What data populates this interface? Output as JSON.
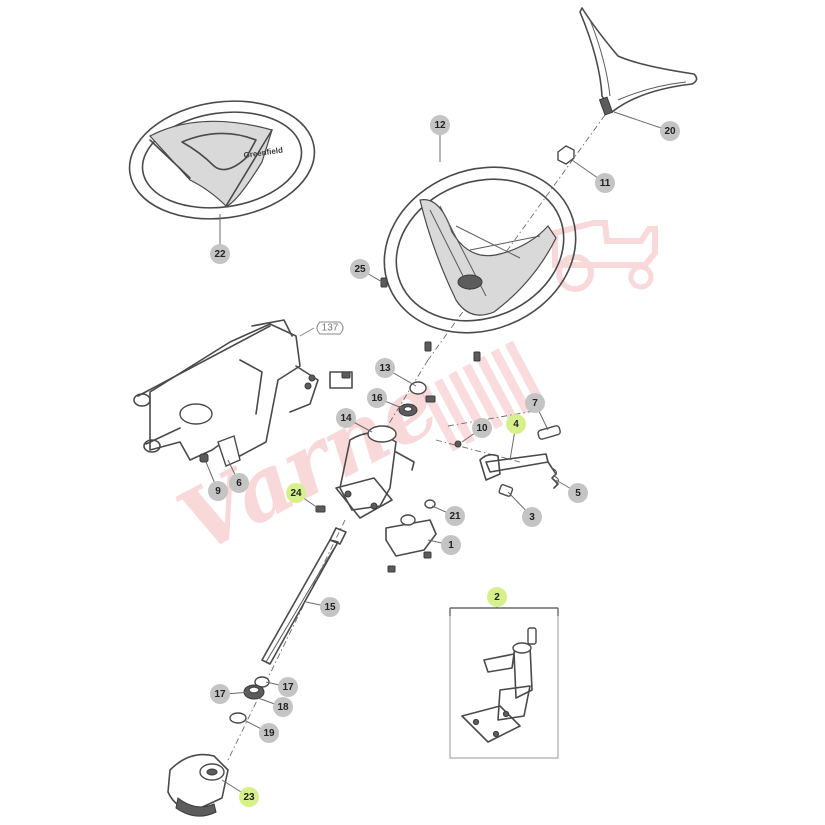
{
  "diagram": {
    "callouts": [
      {
        "label": "1",
        "highlight": false
      },
      {
        "label": "2",
        "highlight": true
      },
      {
        "label": "3",
        "highlight": false
      },
      {
        "label": "4",
        "highlight": true
      },
      {
        "label": "5",
        "highlight": false
      },
      {
        "label": "6",
        "highlight": false
      },
      {
        "label": "7",
        "highlight": false
      },
      {
        "label": "9",
        "highlight": false
      },
      {
        "label": "10",
        "highlight": false
      },
      {
        "label": "11",
        "highlight": false
      },
      {
        "label": "12",
        "highlight": false
      },
      {
        "label": "13",
        "highlight": false
      },
      {
        "label": "14",
        "highlight": false
      },
      {
        "label": "15",
        "highlight": false
      },
      {
        "label": "16",
        "highlight": false
      },
      {
        "label": "17",
        "highlight": false
      },
      {
        "label": "17",
        "highlight": false
      },
      {
        "label": "18",
        "highlight": false
      },
      {
        "label": "19",
        "highlight": false
      },
      {
        "label": "20",
        "highlight": false
      },
      {
        "label": "21",
        "highlight": false
      },
      {
        "label": "22",
        "highlight": false
      },
      {
        "label": "23",
        "highlight": true
      },
      {
        "label": "24",
        "highlight": true
      },
      {
        "label": "25",
        "highlight": false
      }
    ],
    "reference_label": "137",
    "wheel_brand": "Greenfield",
    "watermark_text": "Varne"
  },
  "colors": {
    "callout_fill": "#c4c4c4",
    "callout_highlight": "#d6f08c",
    "callout_text": "#222222",
    "line": "#4a4a4a",
    "watermark": "#e8535d"
  }
}
